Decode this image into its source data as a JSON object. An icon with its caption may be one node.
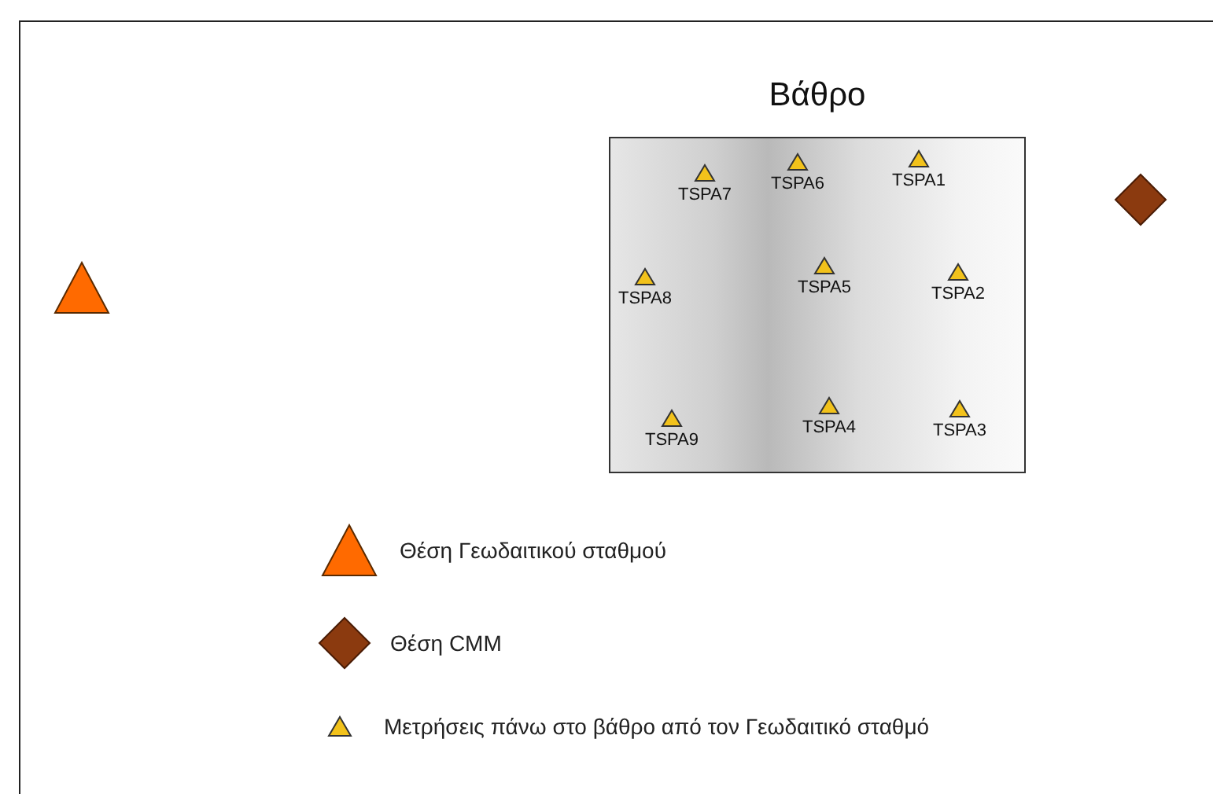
{
  "diagram": {
    "nodes": [
      {
        "text": [
          "Βάθρο"
        ]
      },
      {
        "text": [
          "TSPA7"
        ],
        "in": 0
      },
      {
        "text": [
          "TSPA6"
        ],
        "in": 0
      },
      {
        "text": [
          "TSPA1"
        ],
        "in": 0
      },
      {
        "text": [
          "TSPA8"
        ],
        "in": 0
      },
      {
        "text": [
          "TSPA5"
        ],
        "in": 0
      },
      {
        "text": [
          "TSPA2"
        ],
        "in": 0
      },
      {
        "text": [
          "TSPA9"
        ],
        "in": 0
      },
      {
        "text": [
          "TSPA4"
        ],
        "in": 0
      },
      {
        "text": [
          "TSPA3"
        ],
        "in": 0
      },
      {
        "text": [],
        "shape": "diamond"
      },
      {
        "text": [],
        "shape": "triangle"
      }
    ],
    "legend": [
      {
        "text": "Θέση Γεωδαιτικού σταθμού"
      },
      {
        "text": "Θέση CMM"
      },
      {
        "text": "Μετρήσεις πάνω στο βάθρο από τον Γεωδαιτικό σταθμό"
      }
    ]
  }
}
